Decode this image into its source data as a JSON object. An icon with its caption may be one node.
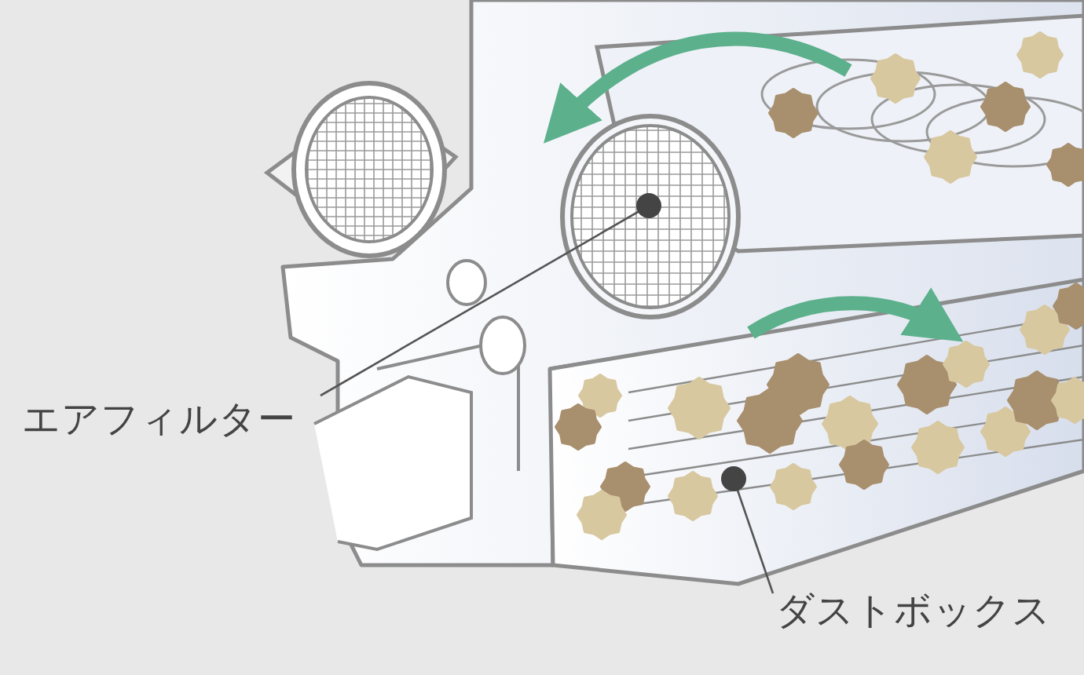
{
  "diagram": {
    "nodes": [
      {
        "text": [
          "エアフィルター"
        ]
      },
      {
        "text": [],
        "shape": "picture"
      },
      {
        "text": [
          "ダストボックス"
        ]
      },
      {
        "text": [],
        "shape": "picture"
      }
    ],
    "edges": [
      {
        "from": 0,
        "to": 1,
        "arrow": "other"
      },
      {
        "from": 2,
        "to": 3,
        "arrow": "other"
      }
    ]
  }
}
